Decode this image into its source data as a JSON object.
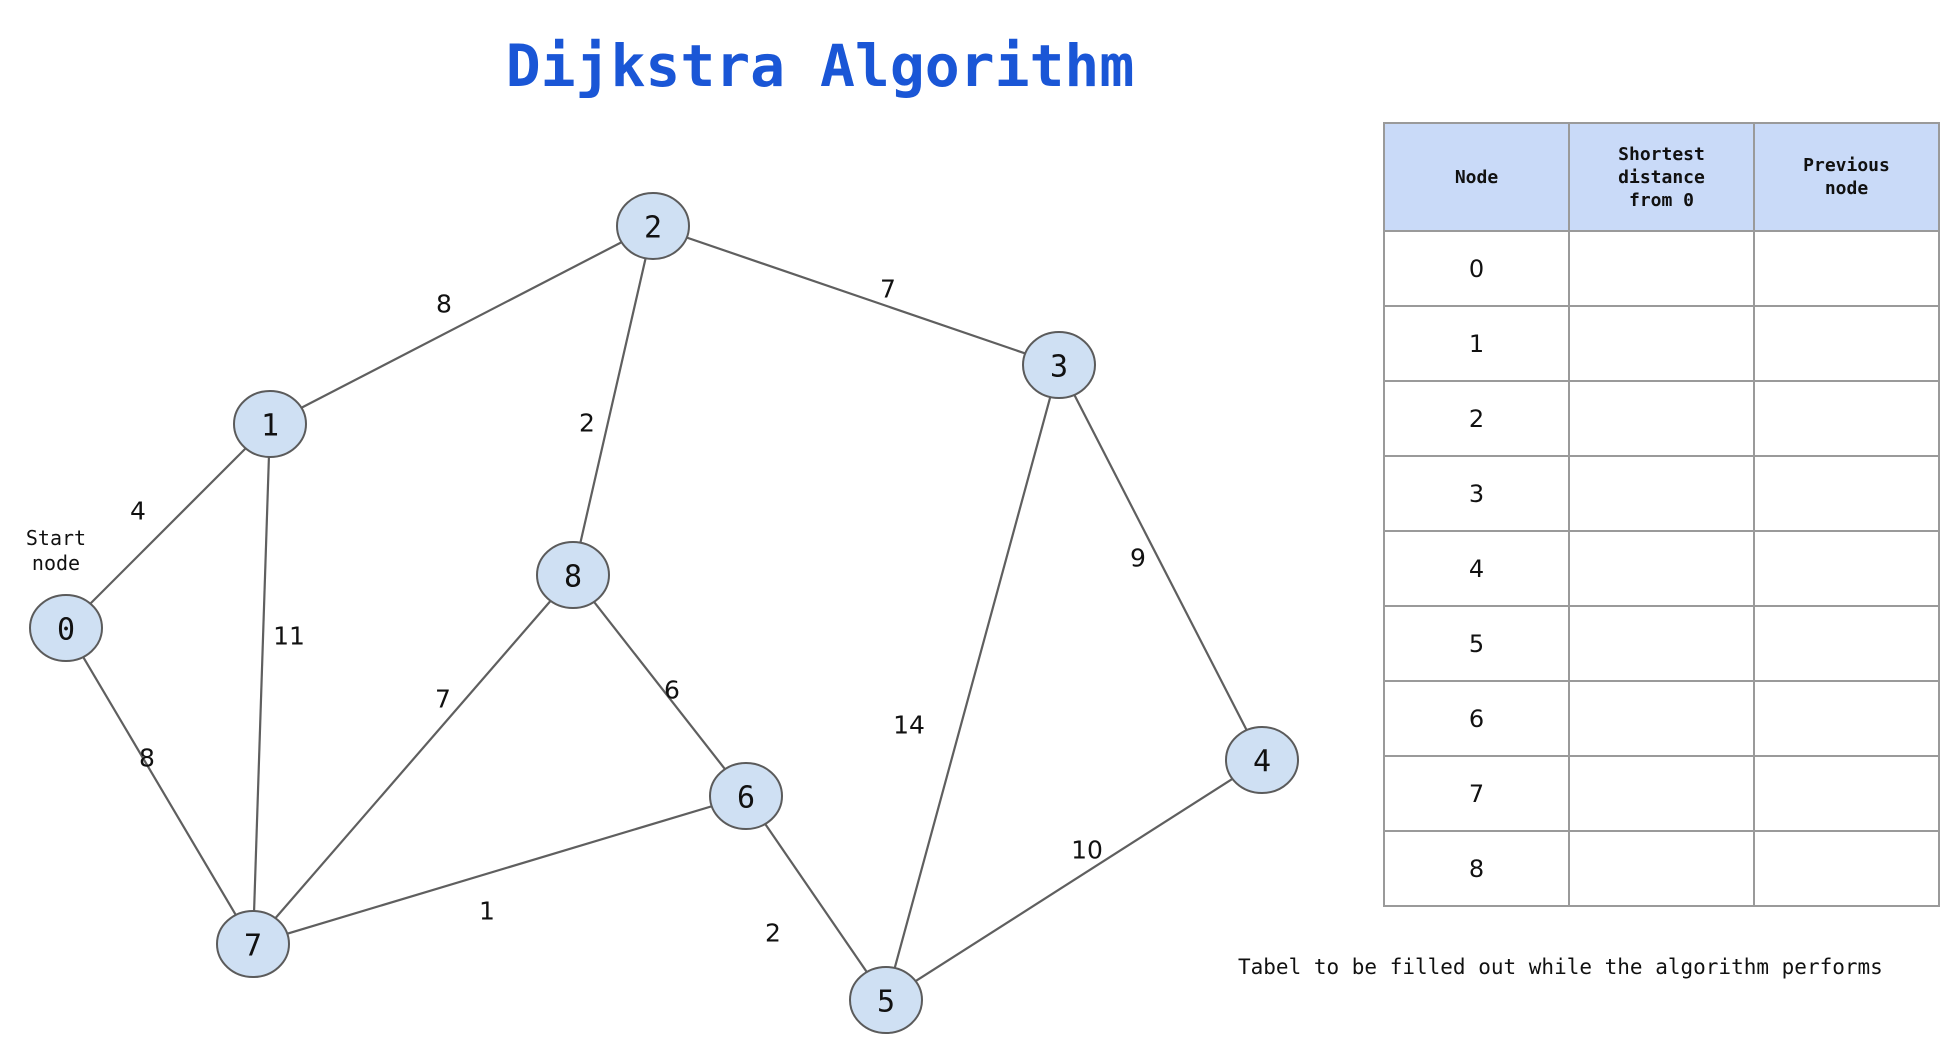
{
  "title": "Dijkstra Algorithm",
  "start_label_line1": "Start",
  "start_label_line2": "node",
  "nodes": [
    "0",
    "1",
    "2",
    "3",
    "4",
    "5",
    "6",
    "7",
    "8"
  ],
  "edges": [
    {
      "from": "0",
      "to": "1",
      "weight": "4"
    },
    {
      "from": "0",
      "to": "7",
      "weight": "8"
    },
    {
      "from": "1",
      "to": "2",
      "weight": "8"
    },
    {
      "from": "1",
      "to": "7",
      "weight": "11"
    },
    {
      "from": "2",
      "to": "3",
      "weight": "7"
    },
    {
      "from": "2",
      "to": "8",
      "weight": "2"
    },
    {
      "from": "3",
      "to": "4",
      "weight": "9"
    },
    {
      "from": "3",
      "to": "5",
      "weight": "14"
    },
    {
      "from": "4",
      "to": "5",
      "weight": "10"
    },
    {
      "from": "5",
      "to": "6",
      "weight": "2"
    },
    {
      "from": "6",
      "to": "7",
      "weight": "1"
    },
    {
      "from": "6",
      "to": "8",
      "weight": "6"
    },
    {
      "from": "7",
      "to": "8",
      "weight": "7"
    }
  ],
  "table": {
    "headers": [
      "Node",
      "Shortest\ndistance\nfrom 0",
      "Previous\nnode"
    ],
    "rows": [
      [
        "0",
        "",
        ""
      ],
      [
        "1",
        "",
        ""
      ],
      [
        "2",
        "",
        ""
      ],
      [
        "3",
        "",
        ""
      ],
      [
        "4",
        "",
        ""
      ],
      [
        "5",
        "",
        ""
      ],
      [
        "6",
        "",
        ""
      ],
      [
        "7",
        "",
        ""
      ],
      [
        "8",
        "",
        ""
      ]
    ]
  },
  "caption": "Tabel to be filled out while the algorithm performs",
  "colors": {
    "title": "#1a56d6",
    "node_fill": "#cfe0f3",
    "header_fill": "#c9daf8",
    "edge": "#5f5f5f"
  }
}
